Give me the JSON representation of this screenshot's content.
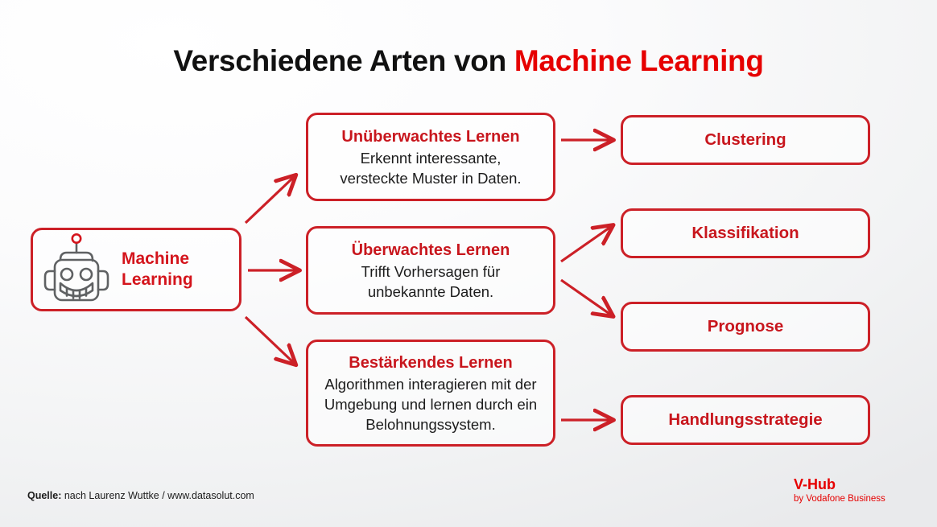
{
  "slide": {
    "title": {
      "dark_part": "Verschiedene Arten von ",
      "red_part": "Machine Learning"
    },
    "root": {
      "icon": "robot-icon",
      "label": "Machine\nLearning"
    },
    "branches": [
      {
        "id": "unsupervised",
        "title": "Unüberwachtes Lernen",
        "description": "Erkennt interessante,\nversteckte Muster in Daten."
      },
      {
        "id": "supervised",
        "title": "Überwachtes Lernen",
        "description": "Trifft Vorhersagen für\nunbekannte Daten."
      },
      {
        "id": "reinforcement",
        "title": "Bestärkendes Lernen",
        "description": "Algorithmen interagieren mit der\nUmgebung und lernen durch ein\nBelohnungssystem."
      }
    ],
    "outcomes": [
      {
        "id": "clustering",
        "label": "Clustering"
      },
      {
        "id": "klassifikation",
        "label": "Klassifikation"
      },
      {
        "id": "prognose",
        "label": "Prognose"
      },
      {
        "id": "handlungsstrategie",
        "label": "Handlungsstrategie"
      }
    ],
    "source": {
      "key": "Quelle:",
      "value": " nach Laurenz Wuttke / www.datasolut.com"
    },
    "brand": {
      "name": "V-Hub",
      "subtitle": "by Vodafone Business"
    },
    "colors": {
      "title_red": "#e60000",
      "box_red": "#cc2027",
      "text_red": "#c8161d",
      "robot_gray": "#5f6163",
      "body_text": "#1c1c1c"
    }
  }
}
